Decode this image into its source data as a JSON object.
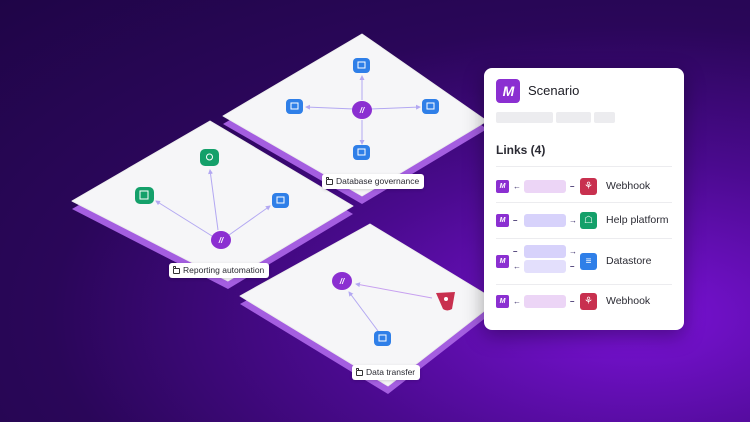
{
  "scenario_panel": {
    "title": "Scenario",
    "logo_glyph": "M",
    "links_heading": "Links (4)",
    "links": [
      {
        "app": "Webhook",
        "direction": "incoming",
        "icon": "webhook-icon",
        "color": "#c8304f",
        "bar_color": "#ecd5f6"
      },
      {
        "app": "Help platform",
        "direction": "outgoing",
        "icon": "help-platform-icon",
        "color": "#14a06a",
        "bar_color": "#d7d2fb"
      },
      {
        "app": "Datastore",
        "direction": "bidirectional",
        "icon": "datastore-icon",
        "color": "#2f7fe8",
        "bar_color": "#d7d2fb"
      },
      {
        "app": "Webhook",
        "direction": "incoming",
        "icon": "webhook-icon",
        "color": "#c8304f",
        "bar_color": "#ecd5f6"
      }
    ]
  },
  "tiles": [
    {
      "label": "Database governance",
      "nodes": [
        "make",
        "datastore",
        "datastore",
        "datastore",
        "datastore"
      ]
    },
    {
      "label": "Reporting automation",
      "nodes": [
        "make",
        "sheets",
        "help-platform",
        "datastore"
      ]
    },
    {
      "label": "Data transfer",
      "nodes": [
        "make",
        "webhook",
        "datastore"
      ]
    }
  ],
  "colors": {
    "make_purple": "#8b2fd1",
    "datastore_blue": "#2f7fe8",
    "green": "#14a06a",
    "webhook_red": "#c8304f",
    "tile_edge": "#a45ee0"
  }
}
